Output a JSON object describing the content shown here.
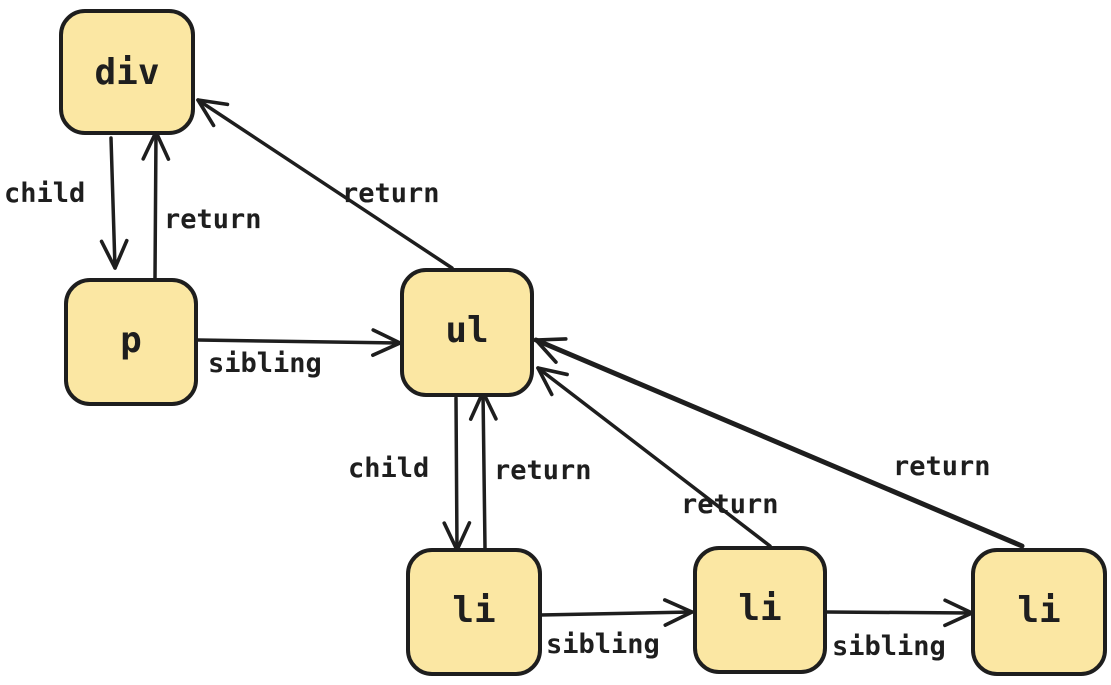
{
  "colors": {
    "node_fill": "#fbe7a3",
    "stroke": "#1e1e1e",
    "background": "#ffffff"
  },
  "nodes": {
    "div": "div",
    "p": "p",
    "ul": "ul",
    "li_1": "li",
    "li_2": "li",
    "li_3": "li"
  },
  "edges": {
    "div_p_child": "child",
    "p_div_return": "return",
    "p_ul_sibling": "sibling",
    "ul_div_return": "return",
    "ul_li1_child": "child",
    "li1_ul_return": "return",
    "li1_li2_sibling": "sibling",
    "li2_ul_return": "return",
    "li2_li3_sibling": "sibling",
    "li3_ul_return": "return"
  }
}
